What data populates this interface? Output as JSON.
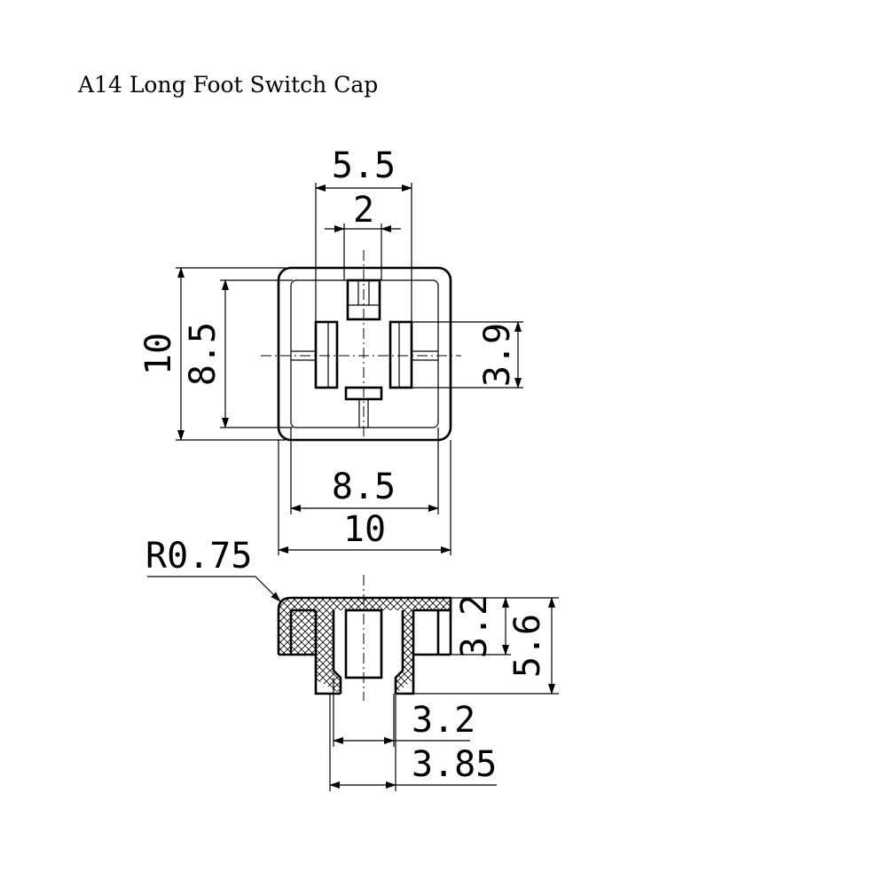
{
  "title": "A14 Long Foot Switch Cap",
  "dimensions": {
    "top_width_outer": "5.5",
    "top_width_inner": "2",
    "left_height_outer": "10",
    "left_height_inner": "8.5",
    "right_height": "3.9",
    "bottom_width_inner": "8.5",
    "bottom_width_outer": "10",
    "radius": "R0.75",
    "side_height_inner": "3.2",
    "side_height_outer": "5.6",
    "foot_width_inner": "3.2",
    "foot_width_outer": "3.85"
  }
}
